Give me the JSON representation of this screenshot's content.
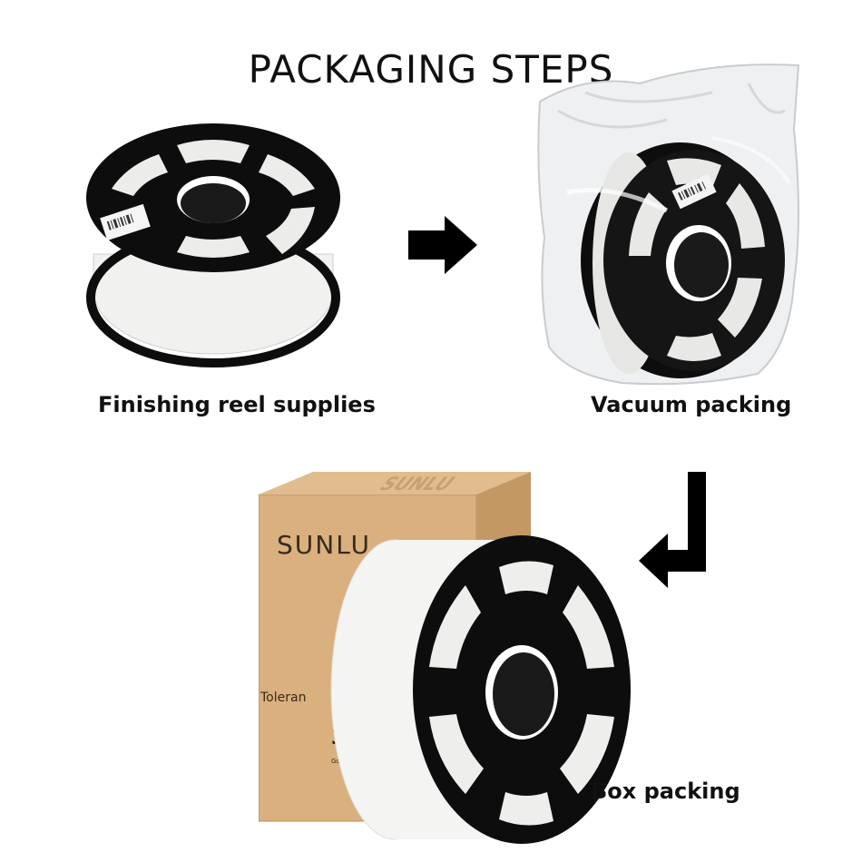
{
  "title": "PACKAGING STEPS",
  "steps": [
    {
      "label": "Finishing reel supplies"
    },
    {
      "label": "Vacuum packing"
    },
    {
      "label": "Box packing"
    }
  ],
  "box": {
    "brand": "SUNLU",
    "top_brand": "SUNLU",
    "side_text": "Toleran",
    "big_text": "3D",
    "small_text": "Gold Award"
  },
  "colors": {
    "spool": "#0d0d0d",
    "filament": "#f4f4f2",
    "cardboard": "#d9b07e",
    "arrow": "#000000"
  },
  "icons": [
    "right-arrow-icon",
    "down-left-arrow-icon"
  ]
}
